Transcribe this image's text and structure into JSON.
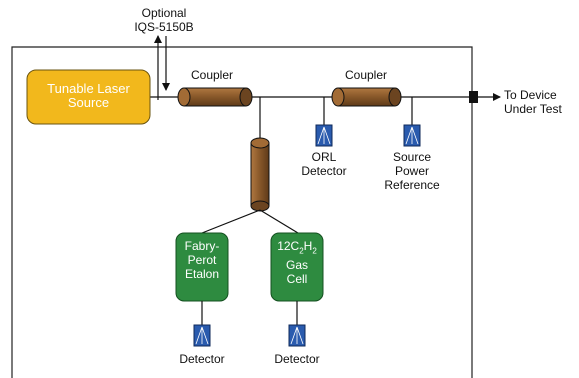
{
  "optional": {
    "line1": "Optional",
    "line2": "IQS-5150B"
  },
  "laser": {
    "line1": "Tunable Laser",
    "line2": "Source",
    "color": "#F2B81C"
  },
  "couplers": {
    "left_label": "Coupler",
    "right_label": "Coupler",
    "color": "#8B5A2B"
  },
  "etalon": {
    "line1": "Fabry-",
    "line2": "Perot",
    "line3": "Etalon"
  },
  "gas_cell": {
    "prefix": "12C",
    "sub1": "2",
    "mid": "H",
    "sub2": "2",
    "line2": "Gas",
    "line3": "Cell"
  },
  "green_color": "#2E8B40",
  "detector_color": "#2A5BAE",
  "orl_detector": {
    "line1": "ORL",
    "line2": "Detector"
  },
  "source_power": {
    "line1": "Source",
    "line2": "Power",
    "line3": "Reference"
  },
  "bottom_detectors": {
    "left": "Detector",
    "right": "Detector"
  },
  "output": {
    "line1": "To Device",
    "line2": "Under Test"
  }
}
